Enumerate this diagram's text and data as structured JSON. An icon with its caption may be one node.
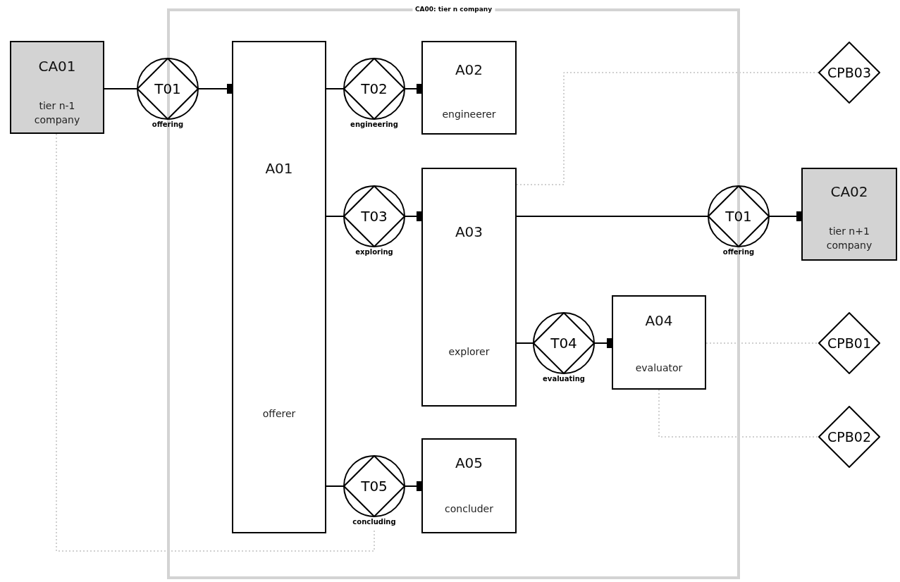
{
  "diagram": {
    "nodes": [
      {
        "text": [
          "CA00: tier n company"
        ]
      },
      {
        "text": [
          "CA01",
          "tier n-1 company"
        ]
      },
      {
        "text": [
          "T01"
        ],
        "beside": [
          "offering"
        ]
      },
      {
        "text": [
          "A01",
          "offerer"
        ],
        "in": 0
      },
      {
        "text": [
          "T02"
        ],
        "beside": [
          "engineering"
        ],
        "in": 0
      },
      {
        "text": [
          "A02",
          "engineerer"
        ],
        "in": 0
      },
      {
        "text": [
          "CPB03"
        ]
      },
      {
        "text": [
          "T03"
        ],
        "beside": [
          "exploring"
        ],
        "in": 0
      },
      {
        "text": [
          "A03",
          "explorer"
        ],
        "in": 0
      },
      {
        "text": [
          "T01"
        ],
        "beside": [
          "offering"
        ]
      },
      {
        "text": [
          "CA02",
          "tier n+1 company"
        ]
      },
      {
        "text": [
          "T04"
        ],
        "beside": [
          "evaluating"
        ],
        "in": 0
      },
      {
        "text": [
          "A04",
          "evaluator"
        ],
        "in": 0
      },
      {
        "text": [
          "CPB01"
        ]
      },
      {
        "text": [
          "CPB02"
        ]
      },
      {
        "text": [
          "T05"
        ],
        "beside": [
          "concluding"
        ],
        "in": 0
      },
      {
        "text": [
          "A05",
          "concluder"
        ],
        "in": 0
      }
    ],
    "edges": [
      {
        "from": 1,
        "to": 2,
        "arrow": "none"
      },
      {
        "from": 2,
        "to": 3,
        "arrow": "other"
      },
      {
        "from": 3,
        "to": 4,
        "arrow": "none"
      },
      {
        "from": 4,
        "to": 5,
        "arrow": "other"
      },
      {
        "from": 3,
        "to": 7,
        "arrow": "none"
      },
      {
        "from": 7,
        "to": 8,
        "arrow": "other"
      },
      {
        "from": 8,
        "to": 9,
        "arrow": "none"
      },
      {
        "from": 9,
        "to": 10,
        "arrow": "other"
      },
      {
        "from": 8,
        "to": 11,
        "arrow": "none"
      },
      {
        "from": 11,
        "to": 12,
        "arrow": "other"
      },
      {
        "from": 3,
        "to": 15,
        "arrow": "none"
      },
      {
        "from": 15,
        "to": 16,
        "arrow": "other"
      },
      {
        "from": 8,
        "to": 6,
        "arrow": "none",
        "style": "dashed",
        "color": "#a0a0a0"
      },
      {
        "from": 12,
        "to": 13,
        "arrow": "none",
        "style": "dashed",
        "color": "#a0a0a0"
      },
      {
        "from": 12,
        "to": 14,
        "arrow": "none",
        "style": "dashed",
        "color": "#a0a0a0"
      },
      {
        "from": 1,
        "to": 15,
        "arrow": "none",
        "style": "dashed",
        "color": "#a0a0a0"
      }
    ]
  }
}
